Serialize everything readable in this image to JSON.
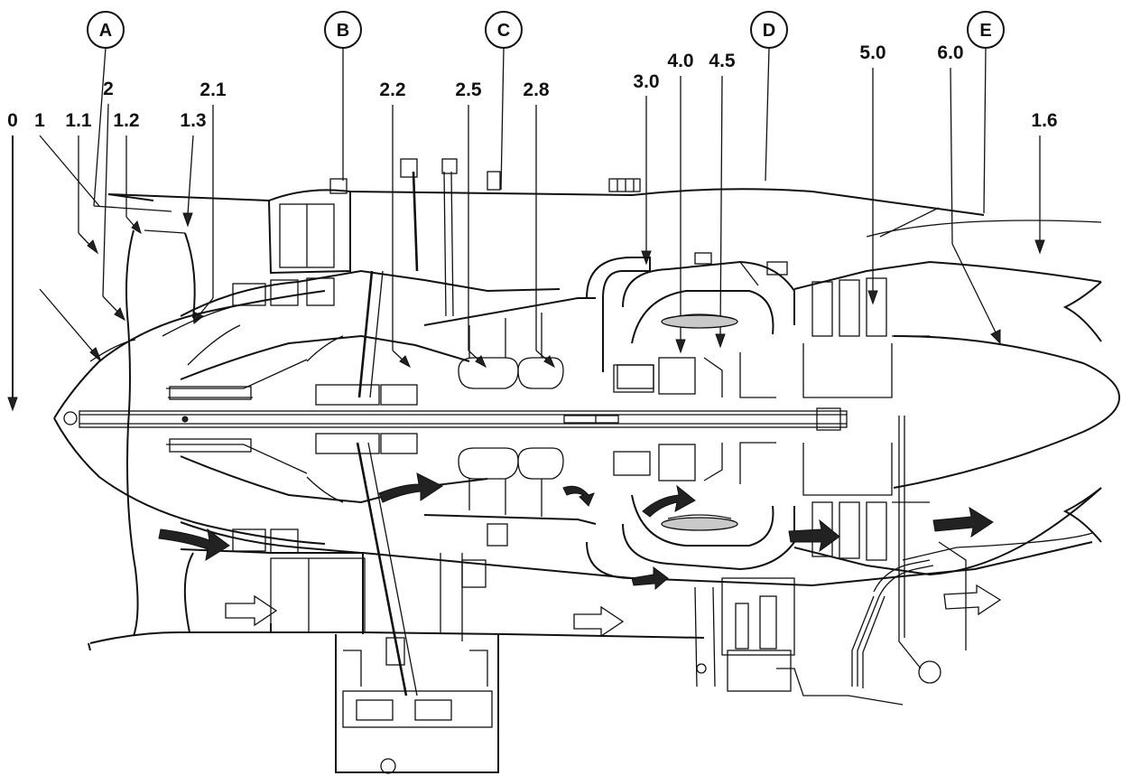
{
  "stations": [
    {
      "id": "st-0",
      "text": "0"
    },
    {
      "id": "st-1",
      "text": "1"
    },
    {
      "id": "st-1-1",
      "text": "1.1"
    },
    {
      "id": "st-2",
      "text": "2"
    },
    {
      "id": "st-1-2",
      "text": "1.2"
    },
    {
      "id": "st-1-3",
      "text": "1.3"
    },
    {
      "id": "st-2-1",
      "text": "2.1"
    },
    {
      "id": "st-2-2",
      "text": "2.2"
    },
    {
      "id": "st-2-5",
      "text": "2.5"
    },
    {
      "id": "st-2-8",
      "text": "2.8"
    },
    {
      "id": "st-3-0",
      "text": "3.0"
    },
    {
      "id": "st-4-0",
      "text": "4.0"
    },
    {
      "id": "st-4-5",
      "text": "4.5"
    },
    {
      "id": "st-5-0",
      "text": "5.0"
    },
    {
      "id": "st-6-0",
      "text": "6.0"
    },
    {
      "id": "st-1-6",
      "text": "1.6"
    }
  ],
  "sections": [
    {
      "id": "sec-a",
      "text": "A"
    },
    {
      "id": "sec-b",
      "text": "B"
    },
    {
      "id": "sec-c",
      "text": "C"
    },
    {
      "id": "sec-d",
      "text": "D"
    },
    {
      "id": "sec-e",
      "text": "E"
    }
  ],
  "colors": {
    "ink": "#111111",
    "background": "#ffffff",
    "shade": "#c9c9c9"
  },
  "flow_arrows": {
    "core_flow": "dark-arrow-icon",
    "bypass_flow": "hollow-arrow-icon"
  }
}
